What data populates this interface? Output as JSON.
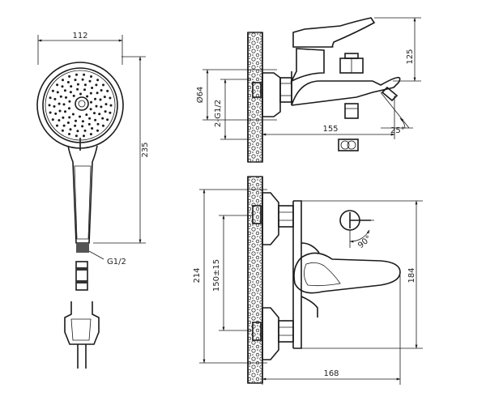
{
  "handshower": {
    "width_label": "112",
    "height_label": "235",
    "thread_label": "G1/2"
  },
  "side_view": {
    "diameter_label": "Ø64",
    "inlet_label": "2-G1/2",
    "height_label": "125",
    "length_label": "155",
    "spout_angle_label": "25°"
  },
  "front_view": {
    "height_label": "214",
    "centers_label": "150±15",
    "body_height_label": "184",
    "depth_label": "168",
    "lever_angle_label": "90°"
  }
}
